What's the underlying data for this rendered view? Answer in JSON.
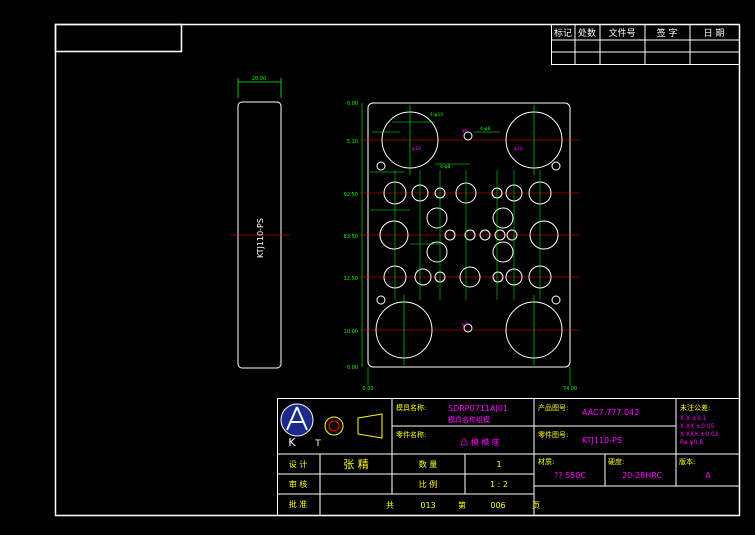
{
  "revision_block": {
    "headers": [
      "标记",
      "处数",
      "文件号",
      "签 字",
      "日 期"
    ]
  },
  "side_view": {
    "dim_top": "20.00",
    "label": "KTJ110-PS"
  },
  "plate": {
    "left_dims": [
      "0.00",
      "5.10",
      "92.50",
      "83.50",
      "32.50",
      "10.00",
      "0.00"
    ],
    "hole_labels": [
      "4-φ10",
      "4-φ8",
      "φ10",
      "4-φ8",
      "φ10",
      "φ8",
      "φ8"
    ],
    "bottom_dims": [
      "0.00",
      "74.00"
    ]
  },
  "title_block": {
    "logo_k": "K",
    "logo_t": "T",
    "mold_name_label": "模具名称:",
    "mold_name_value1": "SDRP0711AJ01",
    "mold_name_value2": "模具名称组模",
    "part_name_label": "零件名称:",
    "part_name_value": "凸 模 模 座",
    "product_no_label": "产品图号:",
    "product_no_value": "AAC7.777.042",
    "part_no_label": "零件图号:",
    "part_no_value": "KTJ110-PS",
    "tolerance_label": "未注公差:",
    "tolerance_rows": [
      "X.X   ±0.1",
      "X.XX  ±0.05",
      "X.XXX ±0.02",
      "Ra    φ0.8"
    ],
    "design_label": "设  计",
    "design_value": "张 精",
    "review_label": "审  核",
    "approve_label": "批  准",
    "qty_label": "数    量",
    "qty_value": "1",
    "scale_label": "比    例",
    "scale_value": "1 : 2",
    "material_label": "材质:",
    "material_value": "?? S50C",
    "hardness_label": "硬度:",
    "hardness_value": "20-28HRC",
    "version_label": "版本:",
    "version_value": "A",
    "total_label": "共",
    "total_value": "013",
    "sheet_label": "第",
    "sheet_value": "006",
    "page_label": "页"
  },
  "colors": {
    "line": "#ffffff",
    "dim": "#00ff00",
    "center": "#ff0000",
    "label": "#ff00ff",
    "text": "#ffff00"
  }
}
